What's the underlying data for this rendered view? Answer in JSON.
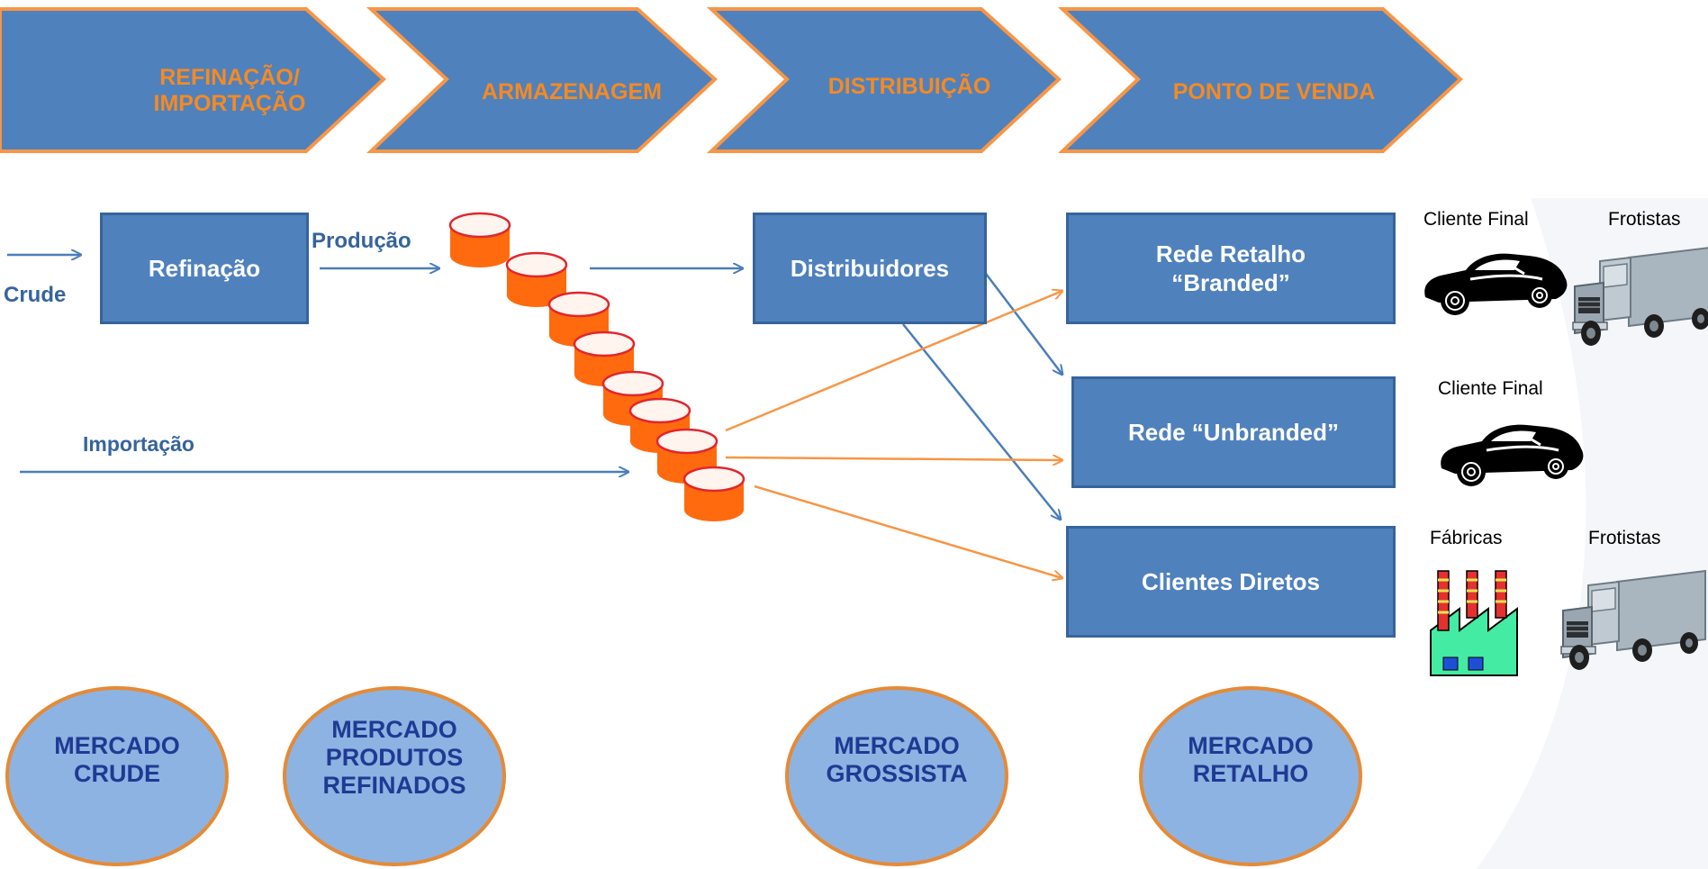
{
  "stages": [
    {
      "label": "REFINAÇÃO/\nIMPORTAÇÃO"
    },
    {
      "label": "ARMAZENAGEM"
    },
    {
      "label": "DISTRIBUIÇÃO"
    },
    {
      "label": "PONTO DE VENDA"
    }
  ],
  "flow_labels": {
    "crude": "Crude",
    "producao": "Produção",
    "importacao": "Importação"
  },
  "boxes": {
    "refinacao": "Refinação",
    "distribuidores": "Distribuidores",
    "rede_retalho": "Rede Retalho\n“Branded”",
    "rede_unbranded": "Rede “Unbranded”",
    "clientes_diretos": "Clientes Diretos"
  },
  "customers": {
    "row1_left": "Cliente Final",
    "row1_right": "Frotistas",
    "row2_left": "Cliente Final",
    "row3_left": "Fábricas",
    "row3_right": "Frotistas"
  },
  "markets": [
    {
      "label": "MERCADO\nCRUDE"
    },
    {
      "label": "MERCADO\nPRODUTOS\nREFINADOS"
    },
    {
      "label": "MERCADO\nGROSSISTA"
    },
    {
      "label": "MERCADO\nRETALHO"
    }
  ],
  "colors": {
    "chevron_fill": "#4F81BD",
    "chevron_border": "#F79646",
    "chevron_text": "#F58A22",
    "box_fill": "#4F81BD",
    "blue_arrow": "#4A7EBB",
    "orange_arrow": "#F79646",
    "tank": "#FF6A0E",
    "market_fill": "#8DB3E2",
    "market_text": "#1F3A93"
  },
  "icons": [
    "car-icon",
    "truck-icon",
    "factory-icon",
    "storage-tank-icon"
  ]
}
